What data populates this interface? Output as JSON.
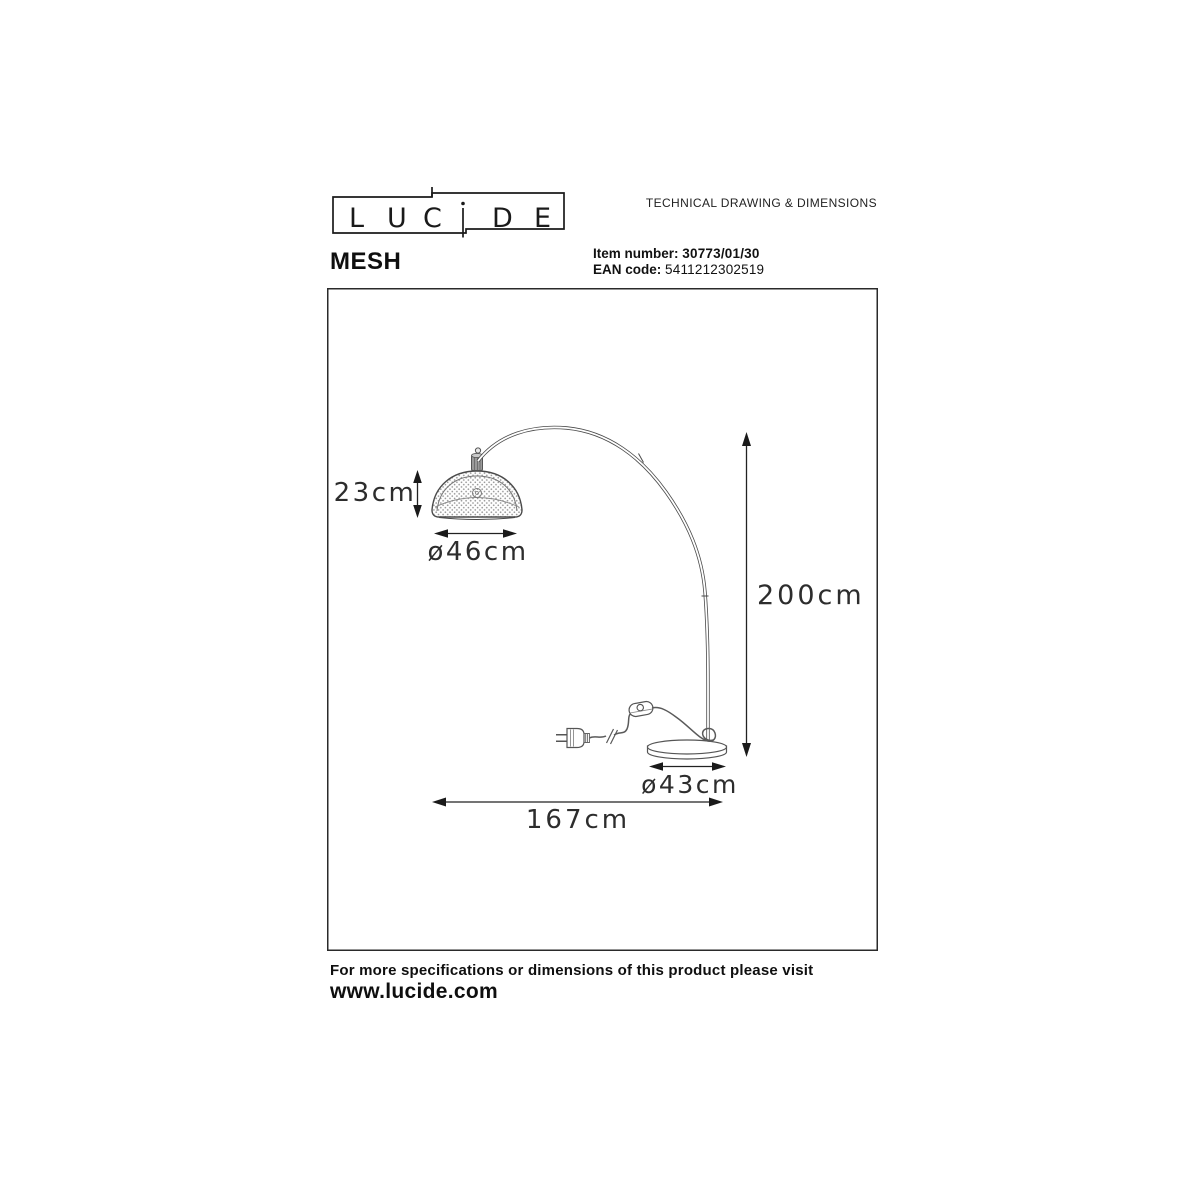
{
  "brand": {
    "logo_letters": [
      "L",
      "U",
      "C",
      "i",
      "D",
      "E"
    ]
  },
  "header": {
    "doc_type": "TECHNICAL DRAWING & DIMENSIONS"
  },
  "product": {
    "name": "MESH",
    "item_number_label": "Item number:",
    "item_number": "30773/01/30",
    "ean_label": "EAN code:",
    "ean": "5411212302519"
  },
  "drawing": {
    "dims": {
      "shade_height": "23cm",
      "shade_diameter": "ø46cm",
      "height": "200cm",
      "base_diameter": "ø43cm",
      "width": "167cm"
    }
  },
  "footer": {
    "note": "For more specifications or dimensions of this product please visit",
    "website": "www.lucide.com"
  },
  "colors": {
    "line": "#4a4a4a",
    "dimension_line": "#222222",
    "arrowhead": "#1a1a1a",
    "text": "#1a1a1a",
    "dimension_text": "#2d2d2d",
    "mesh_dot": "#9a9a9a",
    "background": "#ffffff"
  }
}
